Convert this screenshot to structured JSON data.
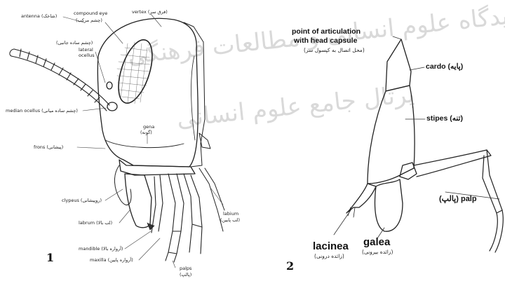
{
  "watermark": {
    "line1": "شروشیدگاه علوم انسانی و مطالعات فرهنگی",
    "line2": "پرتال جامع علوم انسانی"
  },
  "figure1": {
    "number": "1",
    "labels": {
      "antenna": "antenna (شاخک)",
      "compound_eye_en": "compound eye",
      "compound_eye_fa": "(چشم مرکب)",
      "vertex": "vertex (فرق سر)",
      "lateral_ocellus_fa": "(چشم ساده جانبی)",
      "lateral_ocellus_en1": "lateral",
      "lateral_ocellus_en2": "ocellus",
      "median_ocellus": "median ocellus (چشم ساده میانی)",
      "frons": "frons (پیشانی)",
      "gena_en": "gena",
      "gena_fa": "(گونه)",
      "clypeus": "clypeus (روپیشانی)",
      "labrum": "labrum (لب بالا)",
      "mandible": "mandible (آرواره بالا)",
      "maxilla": "maxilla (آرواره پایین)",
      "palps_en": "palps",
      "palps_fa": "(پالپ)",
      "labium_en": "labium",
      "labium_fa": "(لب پایین)"
    }
  },
  "figure2": {
    "number": "2",
    "labels": {
      "articulation_line1": "point of articulation",
      "articulation_line2": "with head capsule",
      "articulation_fa": "(محل اتصال به کپسول سر)",
      "cardo": "cardo (پایه)",
      "stipes": "stipes (تنه)",
      "palp": "(پالپ) palp",
      "lacinea": "lacinea",
      "lacinea_fa": "(زائده درونی)",
      "galea": "galea",
      "galea_fa": "(زائده بیرونی)"
    }
  }
}
